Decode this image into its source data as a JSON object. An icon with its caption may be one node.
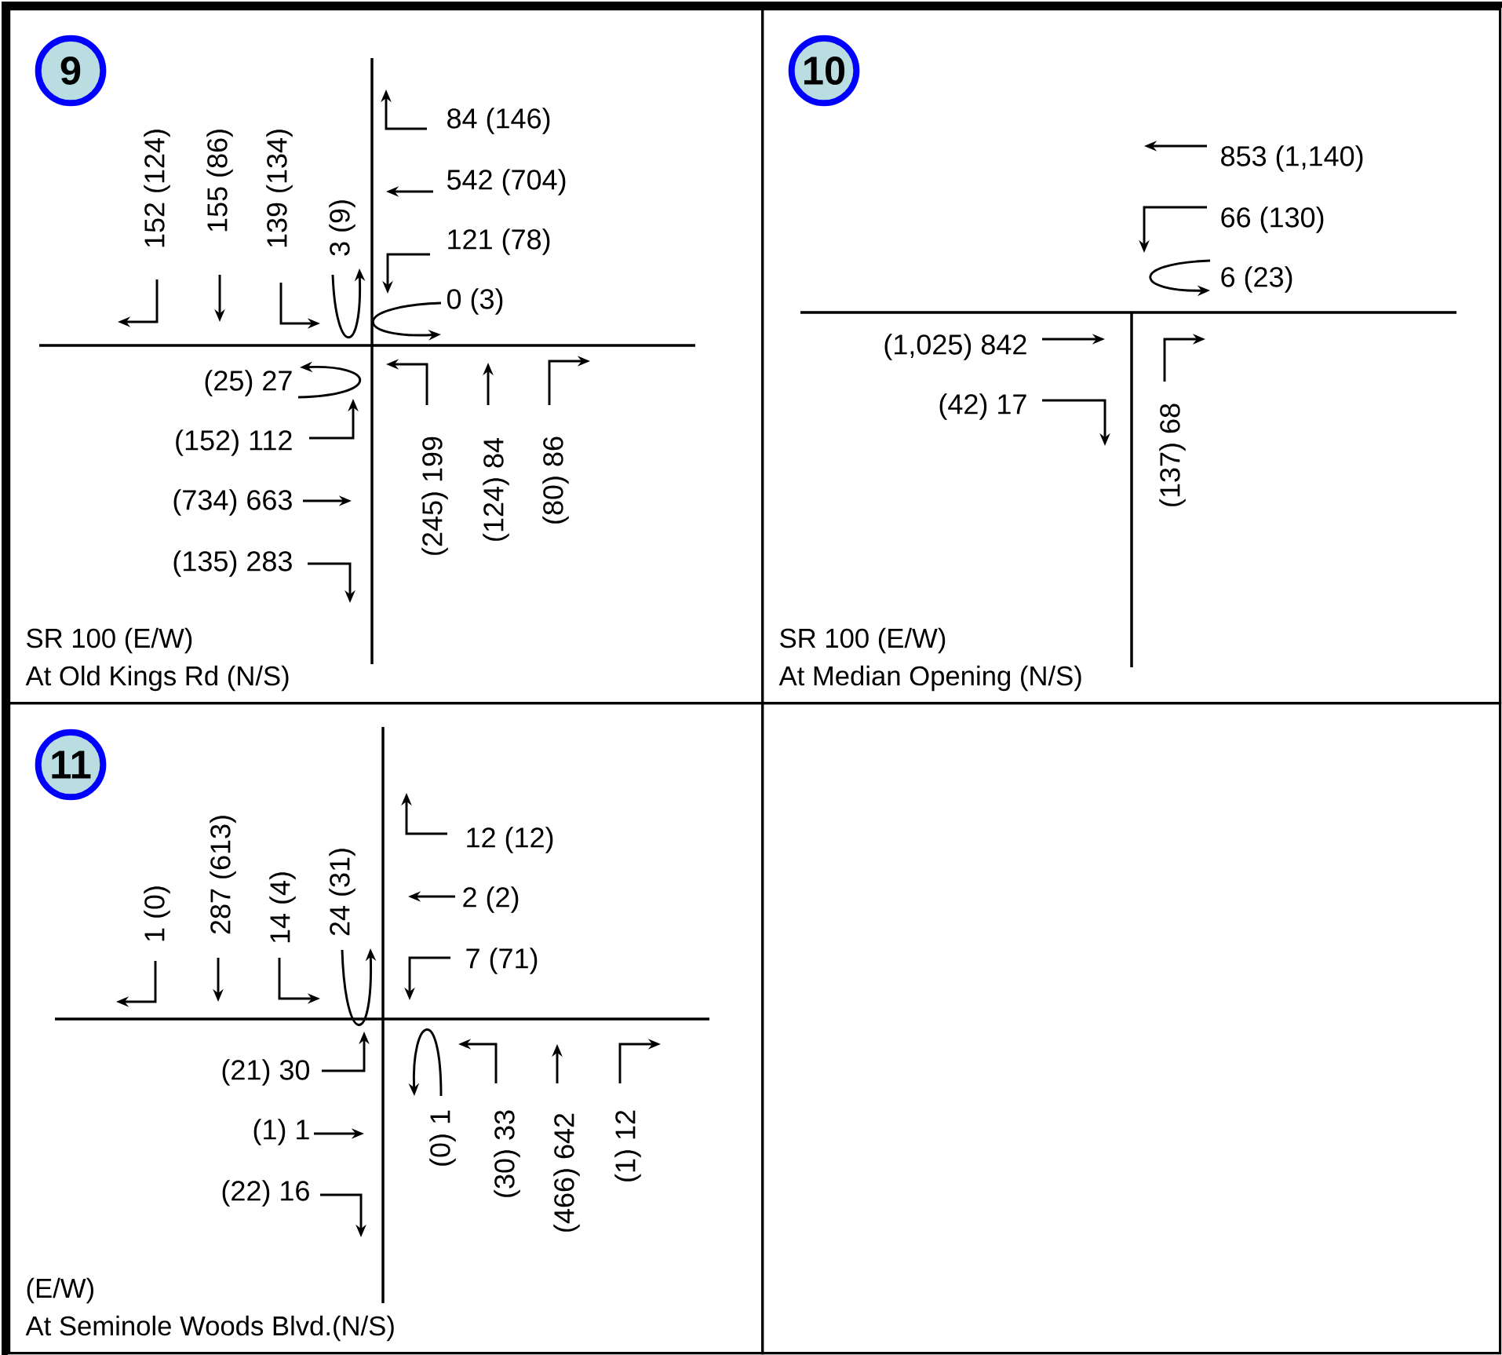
{
  "diagram": {
    "nodes": [
      {
        "text": [
          "SR 100 (E/W)",
          "At Old Kings Rd (N/S)"
        ]
      },
      {
        "text": [
          "9"
        ],
        "in": 0
      },
      {
        "text": [
          "SR 100 (E/W)",
          "At Median Opening (N/S)"
        ]
      },
      {
        "text": [
          "10"
        ],
        "in": 2
      },
      {
        "text": [
          "(E/W)",
          "At Seminole Woods Blvd.(N/S)"
        ]
      },
      {
        "text": [
          "11"
        ],
        "in": 4
      },
      {
        "text": [],
        "shape": "box"
      }
    ],
    "labels": [
      "152 (124)",
      "155 (86)",
      "139 (134)",
      "3 (9)",
      "84 (146)",
      "542 (704)",
      "121 (78)",
      "0 (3)",
      "(25) 27",
      "(152) 112",
      "(734) 663",
      "(135) 283",
      "(245) 199",
      "(124) 84",
      "(80) 86",
      "853 (1,140)",
      "66 (130)",
      "6 (23)",
      "(1,025) 842",
      "(42) 17",
      "(137) 68",
      "1 (0)",
      "287 (613)",
      "14 (4)",
      "24 (31)",
      "12 (12)",
      "2 (2)",
      "7 (71)",
      "(21) 30",
      "(1) 1",
      "(22) 16",
      "(0) 1",
      "(30) 33",
      "(466) 642",
      "(1) 12"
    ]
  }
}
